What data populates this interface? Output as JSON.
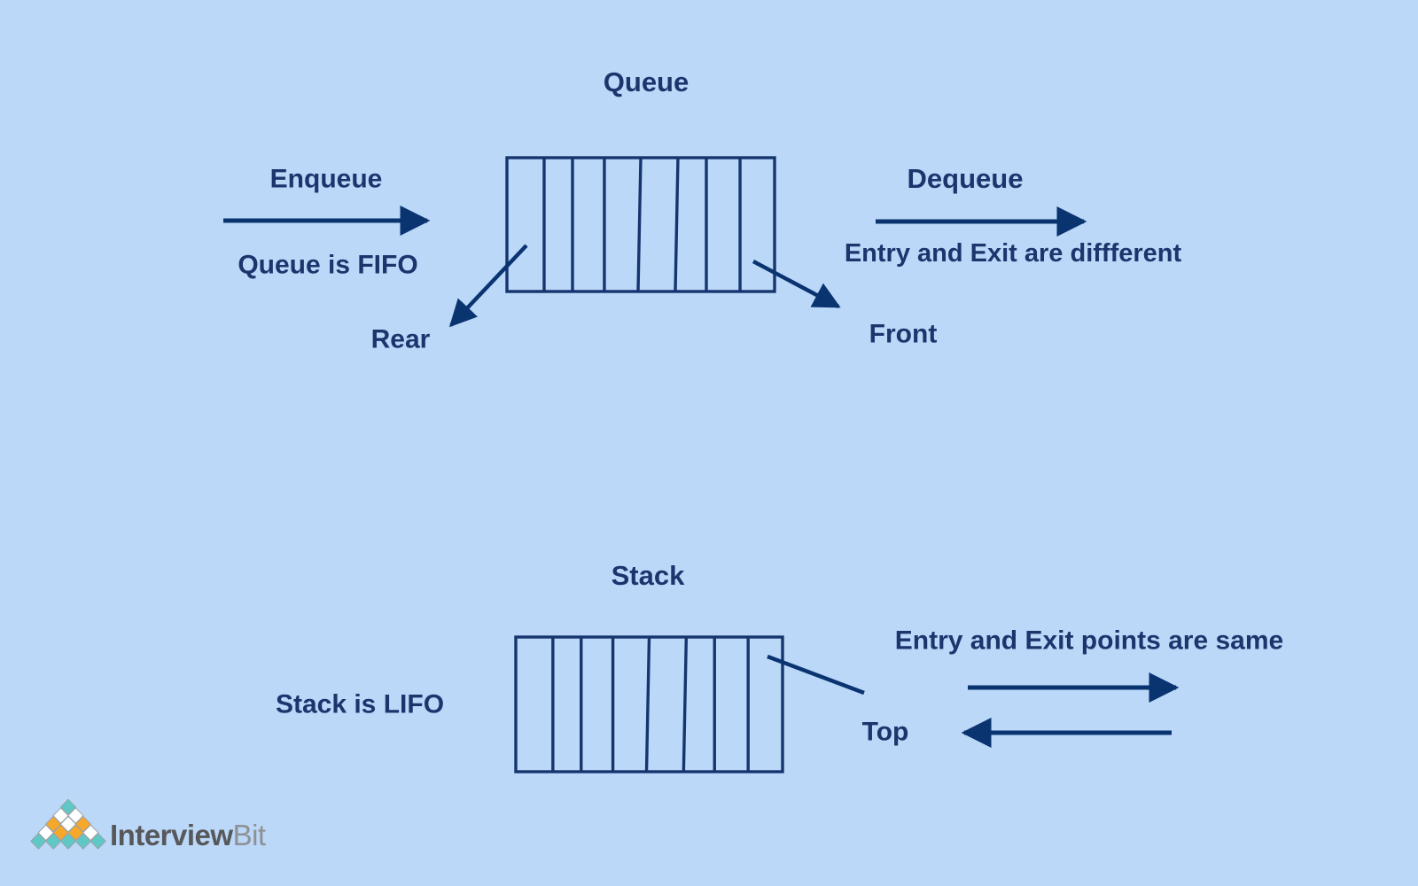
{
  "colors": {
    "background": "#BBD8F9",
    "ink": "#1C356D",
    "stroke": "#0A3470",
    "box_stroke": "#16356E",
    "logo_teal": "#5FC8C6",
    "logo_orange": "#F7A82A",
    "logo_white": "#FFFFFF",
    "logo_border": "#9DA2A6",
    "logo_text_dark": "#57585A",
    "logo_text_light": "#8E9194"
  },
  "queue": {
    "title": "Queue",
    "enqueue_label": "Enqueue",
    "fifo_note": "Queue is FIFO",
    "dequeue_label": "Dequeue",
    "exit_note": "Entry and Exit are diffferent",
    "rear_label": "Rear",
    "front_label": "Front",
    "cells": 8
  },
  "stack": {
    "title": "Stack",
    "lifo_note": "Stack is LIFO",
    "exit_note": "Entry and Exit points are same",
    "top_label": "Top",
    "cells": 8
  },
  "logo": {
    "brand_first": "Interview",
    "brand_second": "Bit",
    "pyramid_rows": [
      [
        "teal"
      ],
      [
        "white",
        "white"
      ],
      [
        "orange",
        "white",
        "orange"
      ],
      [
        "white",
        "orange",
        "orange",
        "white"
      ],
      [
        "teal",
        "teal",
        "teal",
        "teal",
        "teal"
      ]
    ]
  }
}
